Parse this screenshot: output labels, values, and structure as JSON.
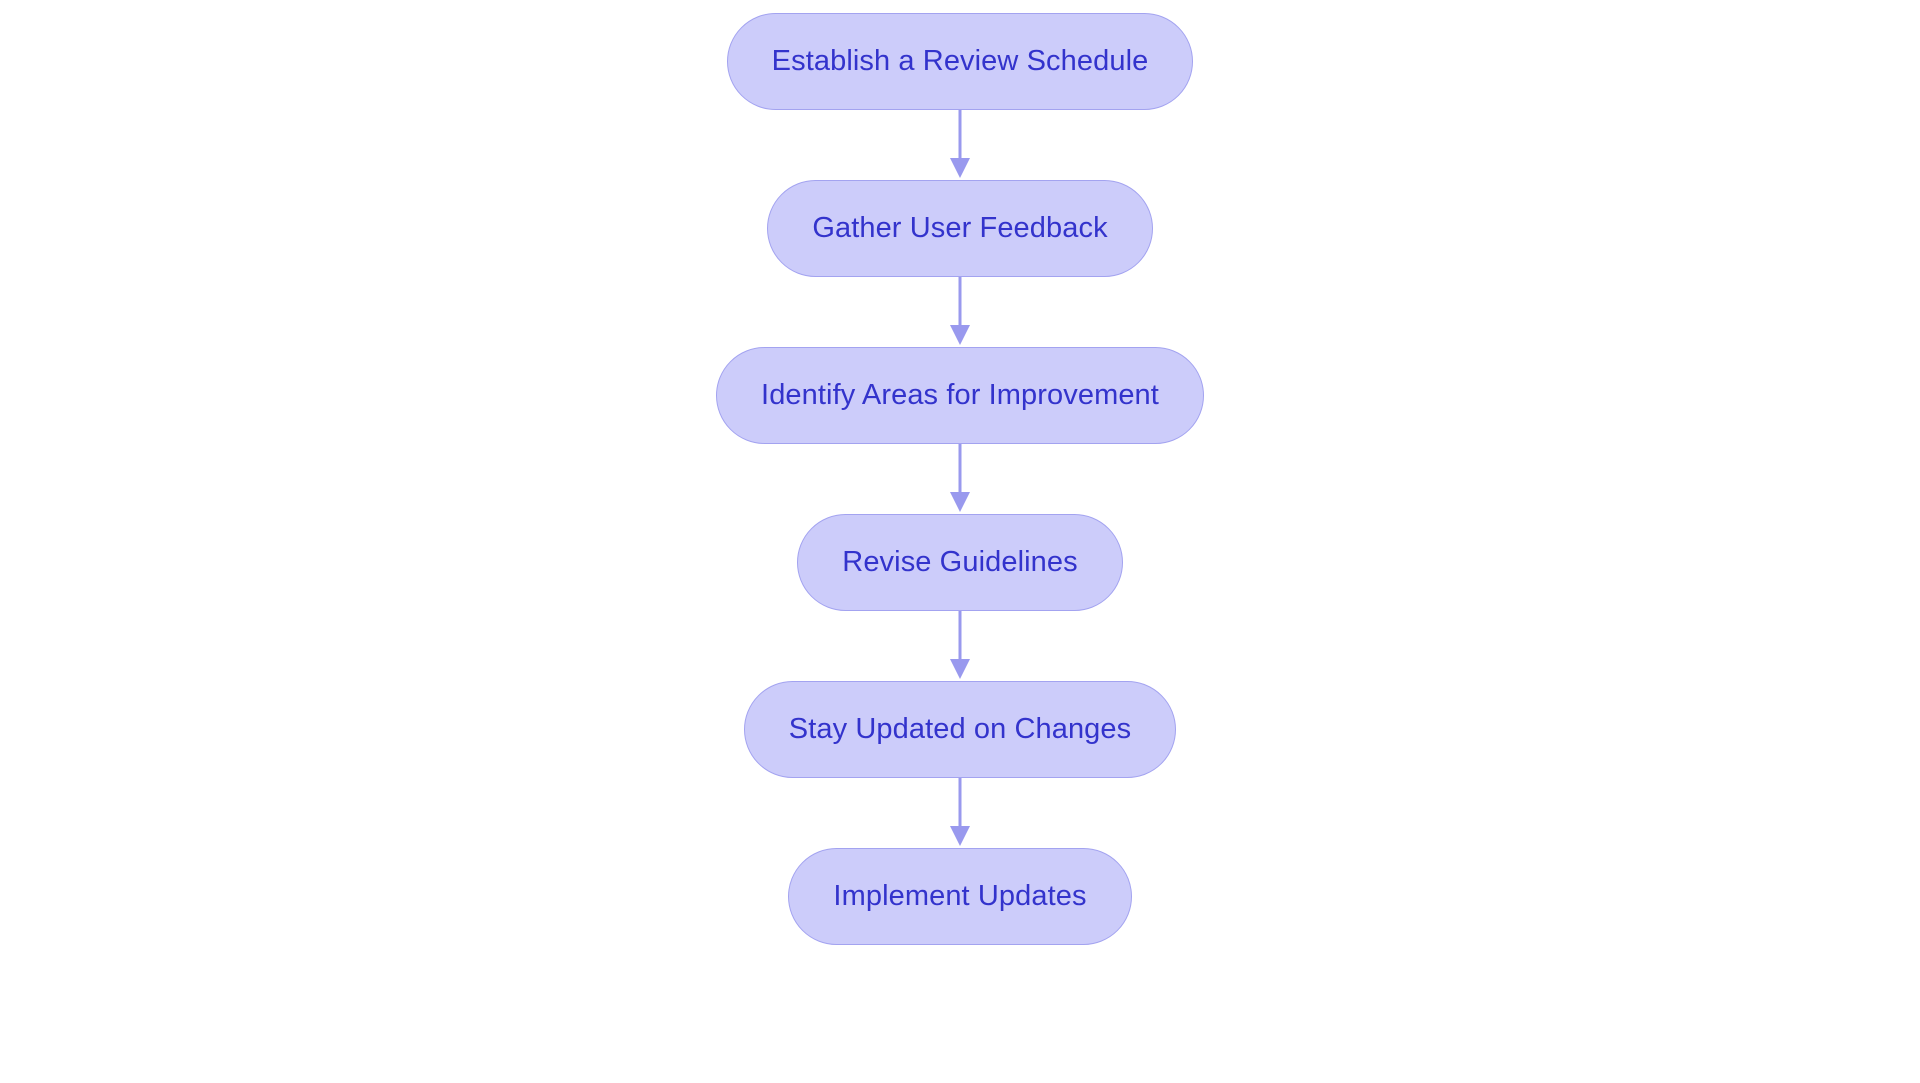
{
  "diagram": {
    "type": "flowchart",
    "orientation": "vertical-top-to-bottom",
    "background_color": "#ffffff",
    "node_fill_color": "#ccccfa",
    "node_border_color": "#a3a3f0",
    "node_text_color": "#3333cc",
    "connector_color": "#9999ee",
    "node_shape": "stadium",
    "nodes": [
      {
        "id": "node-1",
        "label": "Establish a Review Schedule"
      },
      {
        "id": "node-2",
        "label": "Gather User Feedback"
      },
      {
        "id": "node-3",
        "label": "Identify Areas for Improvement"
      },
      {
        "id": "node-4",
        "label": "Revise Guidelines"
      },
      {
        "id": "node-5",
        "label": "Stay Updated on Changes"
      },
      {
        "id": "node-6",
        "label": "Implement Updates"
      }
    ],
    "connectors": [
      {
        "id": "connector-1",
        "from": "node-1",
        "to": "node-2",
        "arrowhead": "filled-triangle-down"
      },
      {
        "id": "connector-2",
        "from": "node-2",
        "to": "node-3",
        "arrowhead": "filled-triangle-down"
      },
      {
        "id": "connector-3",
        "from": "node-3",
        "to": "node-4",
        "arrowhead": "filled-triangle-down"
      },
      {
        "id": "connector-4",
        "from": "node-4",
        "to": "node-5",
        "arrowhead": "filled-triangle-down"
      },
      {
        "id": "connector-5",
        "from": "node-5",
        "to": "node-6",
        "arrowhead": "filled-triangle-down"
      }
    ]
  }
}
